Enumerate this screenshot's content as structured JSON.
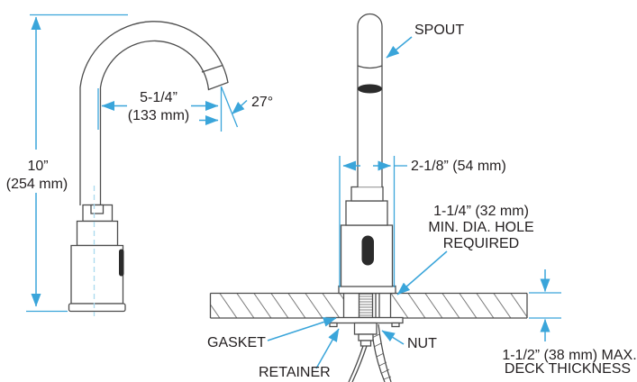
{
  "diagram": {
    "left_view": {
      "height": {
        "inches": "10”",
        "mm": "(254 mm)"
      },
      "reach": {
        "inches": "5-1/4”",
        "mm": "(133 mm)"
      },
      "angle": "27°"
    },
    "right_view": {
      "spout_label": "SPOUT",
      "width_dim": "2-1/8” (54 mm)",
      "hole_note": {
        "line1": "1-1/4” (32 mm)",
        "line2": "MIN. DIA. HOLE",
        "line3": "REQUIRED"
      },
      "gasket_label": "GASKET",
      "retainer_label": "RETAINER",
      "nut_label": "NUT",
      "deck_note": {
        "line1": "1-1/2” (38 mm) MAX.",
        "line2": "DECK THICKNESS"
      }
    },
    "colors": {
      "dimension_blue": "#3aa5da",
      "line_gray": "#4d4d4d",
      "text_dark": "#231f20"
    }
  }
}
